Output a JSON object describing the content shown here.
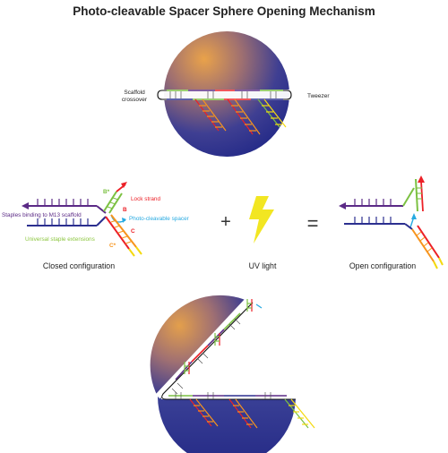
{
  "title": "Photo-cleavable Spacer  Sphere  Opening  Mechanism",
  "top_sphere": {
    "scaffold_crossover_line1": "Scaffold",
    "scaffold_crossover_line2": "crossover",
    "tweezer": "Tweezer"
  },
  "mechanism": {
    "lock_strand": "Lock strand",
    "b_star": "B*",
    "b": "B",
    "photo_cleavable_spacer": "Photo-cleavable spacer",
    "staples_binding": "Staples binding to M13 scaffold",
    "c": "C",
    "universal_staple_extensions": "Universal staple extensions",
    "c_star": "C*",
    "plus": "+",
    "equals": "=",
    "closed_configuration": "Closed configuration",
    "uv_light": "UV light",
    "open_configuration": "Open configuration"
  },
  "colors": {
    "purple": "#5b2a86",
    "navy": "#2b2f8f",
    "green": "#7cc142",
    "red": "#ec2027",
    "orange": "#f7941d",
    "yellow": "#f4d90f",
    "cyan": "#27aae1",
    "lightning": "#f2e622",
    "sphere_dark": "#2a2f8d",
    "sphere_light": "#e9a24a"
  }
}
